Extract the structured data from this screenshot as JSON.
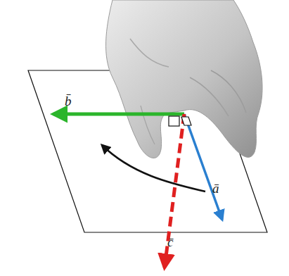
{
  "diagram": {
    "labels": [
      "b̄",
      "ā",
      "c̄"
    ]
  }
}
